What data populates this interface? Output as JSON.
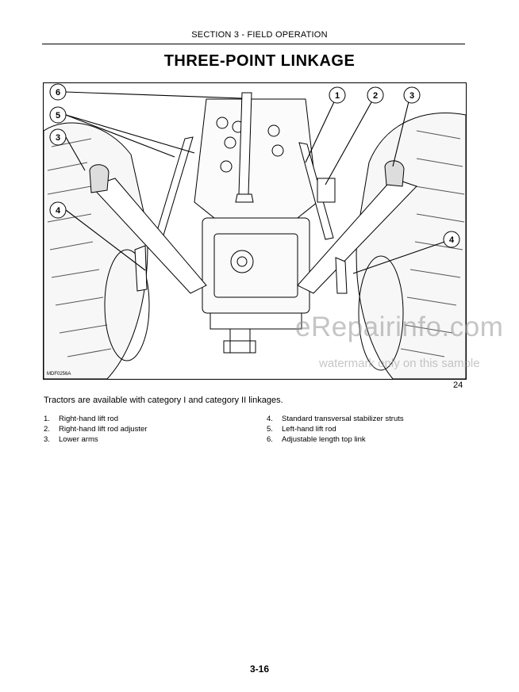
{
  "header": {
    "section": "SECTION 3 - FIELD OPERATION"
  },
  "title": "THREE-POINT LINKAGE",
  "figure": {
    "code": "MDF0256A",
    "number": "24",
    "callouts": [
      "6",
      "5",
      "3",
      "4",
      "1",
      "2",
      "3",
      "4"
    ]
  },
  "watermark": {
    "main": "eRepairinfo.com",
    "sub": "watermark only on this sample"
  },
  "intro_text": "Tractors are available with category I and category II linkages.",
  "parts": [
    {
      "num": "1.",
      "label": "Right-hand lift rod"
    },
    {
      "num": "2.",
      "label": "Right-hand lift rod adjuster"
    },
    {
      "num": "3.",
      "label": "Lower arms"
    },
    {
      "num": "4.",
      "label": "Standard transversal stabilizer struts"
    },
    {
      "num": "5.",
      "label": "Left-hand lift rod"
    },
    {
      "num": "6.",
      "label": "Adjustable length top link"
    }
  ],
  "page_number": "3-16"
}
